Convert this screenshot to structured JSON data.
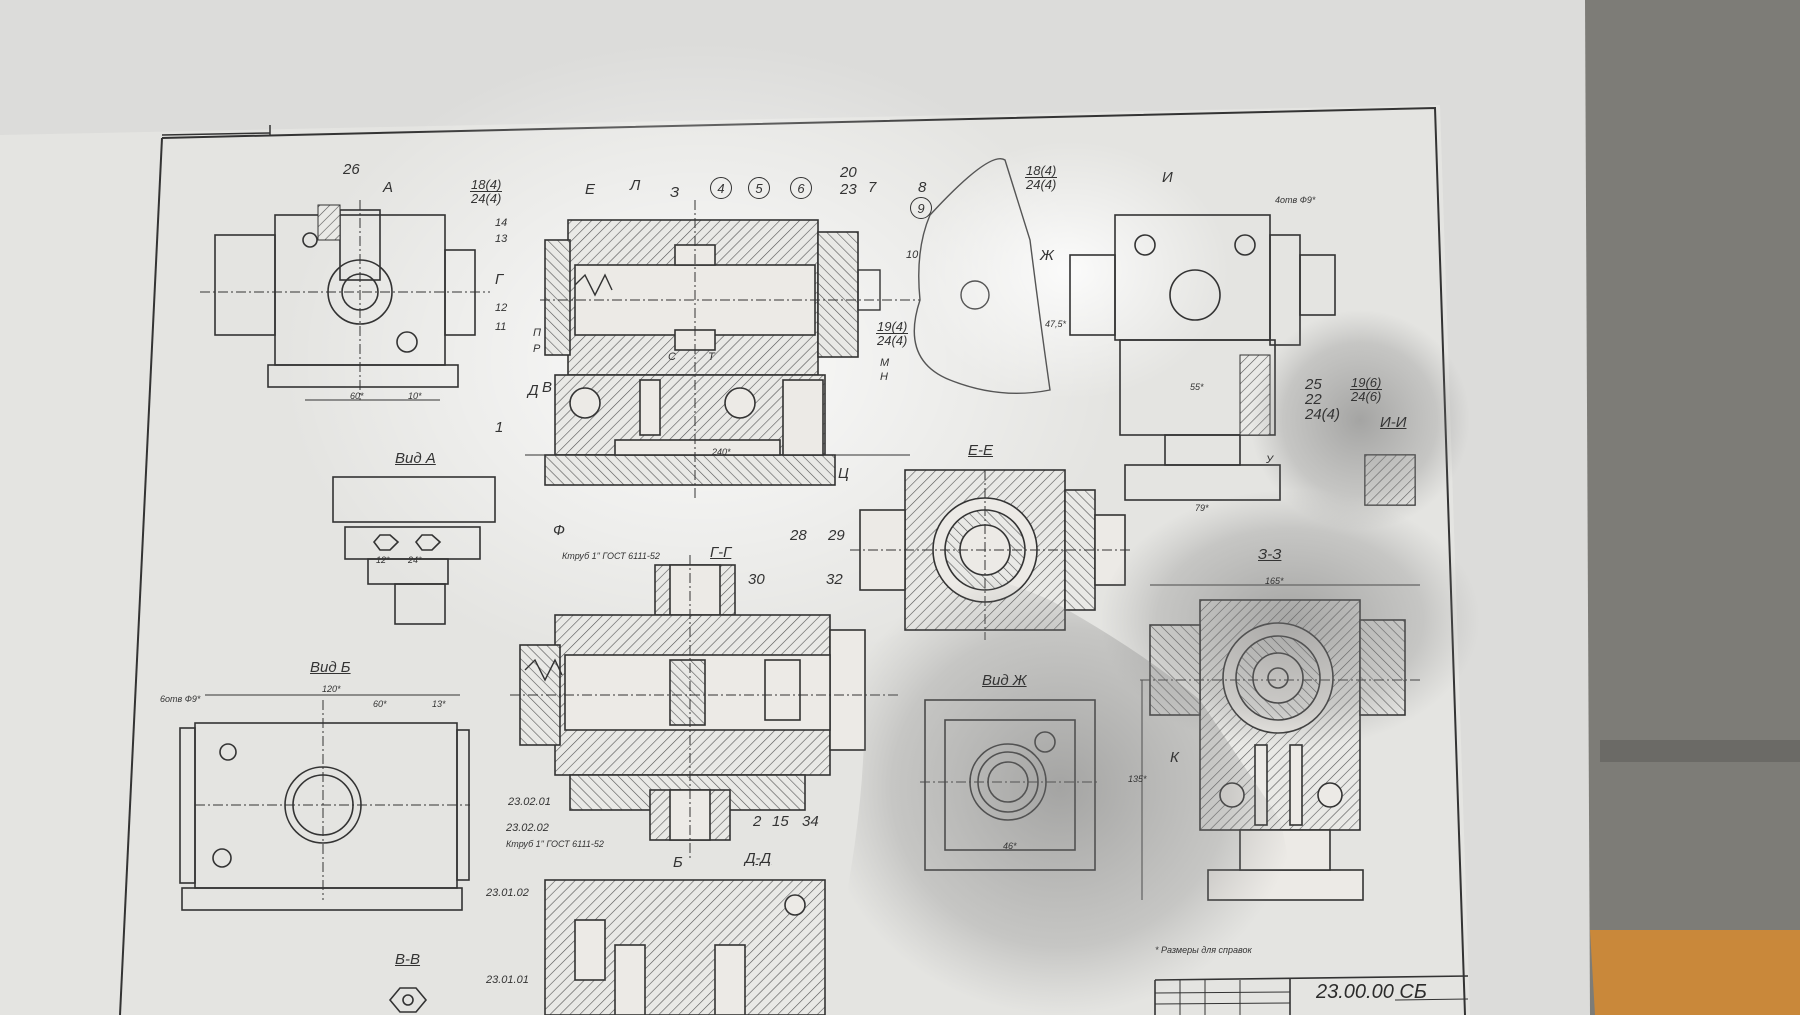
{
  "drawing": {
    "doc_code": "23.00.00 СБ",
    "note": "* Размеры для справок",
    "section_titles": {
      "view_a": "Вид А",
      "view_b": "Вид Б",
      "view_zh": "Вид Ж",
      "e_e": "Е-Е",
      "g_g": "Г-Г",
      "z_z": "З-З",
      "d_d": "Д-Д",
      "v_v": "В-В",
      "i_i": "И-И"
    },
    "thread_callouts": {
      "top": "Ктруб 1\" ГОСТ 6111-52",
      "bottom": "Ктруб 1\" ГОСТ 6111-52"
    },
    "part_refs": {
      "ref_23_02_01": "23.02.01",
      "ref_23_02_02": "23.02.02",
      "ref_23_01_02": "23.01.02",
      "ref_23_01_01": "23.01.01",
      "p2": "2",
      "p15": "15",
      "p34": "34",
      "p30": "30",
      "p32": "32"
    },
    "callouts_top": {
      "c26": "26",
      "c18_4a": "18(4)",
      "c24_4a": "24(4)",
      "c14": "14",
      "c13": "13",
      "c12": "12",
      "c11": "11",
      "c1": "1",
      "c20": "20",
      "c23": "23",
      "c7": "7",
      "c8": "8",
      "c9": "9",
      "c10": "10",
      "c19_4": "19(4)",
      "c24_4b": "24(4)",
      "c4": "4",
      "c5": "5",
      "c6": "6",
      "c28": "28",
      "c29": "29",
      "c18_4b": "18(4)",
      "c24_4c": "24(4)",
      "c25": "25",
      "c22": "22",
      "c24_4d": "24(4)",
      "c19_6": "19(6)",
      "c24_6": "24(6)"
    },
    "letters": {
      "E": "Е",
      "L": "Л",
      "Z": "З",
      "G": "Г",
      "P": "П",
      "R": "Р",
      "D": "Д",
      "V": "В",
      "F": "Ф",
      "S": "С",
      "T": "Т",
      "Ts": "Ц",
      "M": "М",
      "N": "Н",
      "I": "И",
      "Zh": "Ж",
      "A": "А",
      "K": "К",
      "U": "У",
      "B": "Б"
    },
    "dims": {
      "d240": "240*",
      "d60": "60*",
      "d10": "10*",
      "d120": "120*",
      "d60b": "60*",
      "d13": "13*",
      "d12": "12*",
      "d24": "24*",
      "d55": "55*",
      "d165": "165*",
      "d135": "135*",
      "d475": "47,5*",
      "d79": "79*",
      "d46": "46*",
      "d4otv": "4отв Ф9*",
      "d6otv": "6отв Ф9*"
    }
  }
}
